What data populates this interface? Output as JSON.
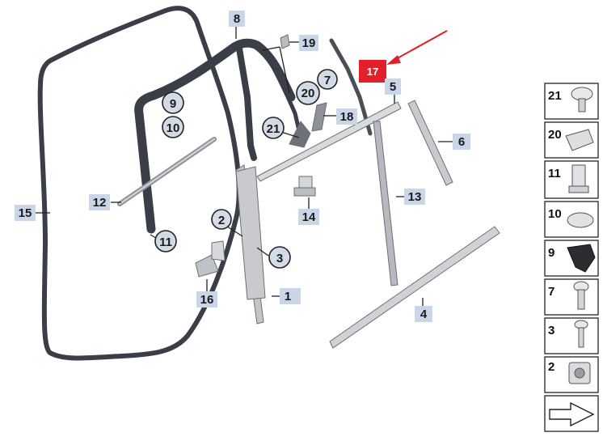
{
  "callouts": {
    "c1": "1",
    "c2": "2",
    "c3": "3",
    "c4": "4",
    "c5": "5",
    "c6": "6",
    "c7": "7",
    "c8": "8",
    "c9": "9",
    "c10": "10",
    "c11": "11",
    "c12": "12",
    "c13": "13",
    "c14": "14",
    "c15": "15",
    "c16": "16",
    "c17": "17",
    "c18": "18",
    "c19": "19",
    "c20": "20",
    "c21": "21"
  },
  "sidebar": {
    "items": [
      {
        "number": "21"
      },
      {
        "number": "20"
      },
      {
        "number": "11"
      },
      {
        "number": "10"
      },
      {
        "number": "9"
      },
      {
        "number": "7"
      },
      {
        "number": "3"
      },
      {
        "number": "2"
      }
    ]
  },
  "colors": {
    "highlight": "#e3202a",
    "tag": "#c9d6e8",
    "seal": "#3a3f47",
    "part_light": "#c8cacd"
  }
}
